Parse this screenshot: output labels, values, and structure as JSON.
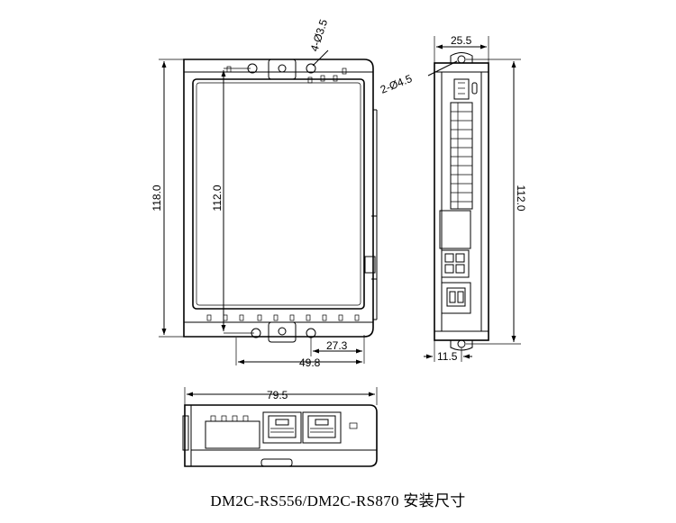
{
  "caption": "DM2C-RS556/DM2C-RS870 安装尺寸",
  "dimensions": {
    "front_height_outer": "118.0",
    "front_height_inner": "112.0",
    "front_hole_spacing": "27.3",
    "front_width": "49.8",
    "front_holes": "4-Ø3.5",
    "side_width": "25.5",
    "side_holes": "2-Ø4.5",
    "side_height": "112.0",
    "side_offset": "11.5",
    "bottom_width": "79.5"
  }
}
